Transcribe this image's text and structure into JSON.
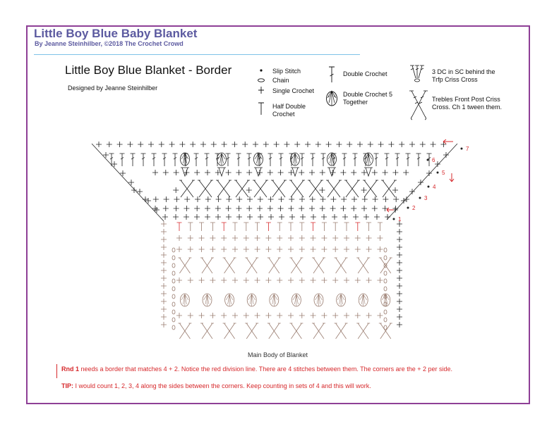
{
  "header": {
    "title": "Little Boy Blue Baby Blanket",
    "byline": "By Jeanne Steinhilber, ©2018 The Crochet Crowd"
  },
  "diagram": {
    "title": "Little Boy Blue Blanket - Border",
    "designer": "Designed by Jeanne Steinhilber",
    "caption": "Main Body of Blanket",
    "round_numbers": [
      "1",
      "2",
      "3",
      "4",
      "5",
      "6",
      "7"
    ]
  },
  "legend": {
    "slip_stitch": "Slip Stitch",
    "chain": "Chain",
    "single_crochet": "Single Crochet",
    "half_double": "Half Double Crochet",
    "double_crochet": "Double Crochet",
    "dc5tog": "Double Crochet 5 Together",
    "three_dc": "3 DC in SC behind the Trfp Criss Cross",
    "trebles": "Trebles Front Post Criss Cross. Ch 1 tween them."
  },
  "notes": {
    "rnd1_label": "Rnd 1",
    "rnd1_text": " needs a border that matches 4 + 2. Notice the red division line. There are 4 stitches between them. The corners are the + 2 per side.",
    "tip_label": "TIP:",
    "tip_text": " I would count 1, 2, 3, 4 along the sides between the corners. Keep counting in sets of 4 and this will work."
  },
  "colors": {
    "title": "#5c5aa0",
    "frame": "#8e3f96",
    "rule": "#7fc3e8",
    "red": "#d6282b",
    "body_stitch": "#9a7d70"
  }
}
